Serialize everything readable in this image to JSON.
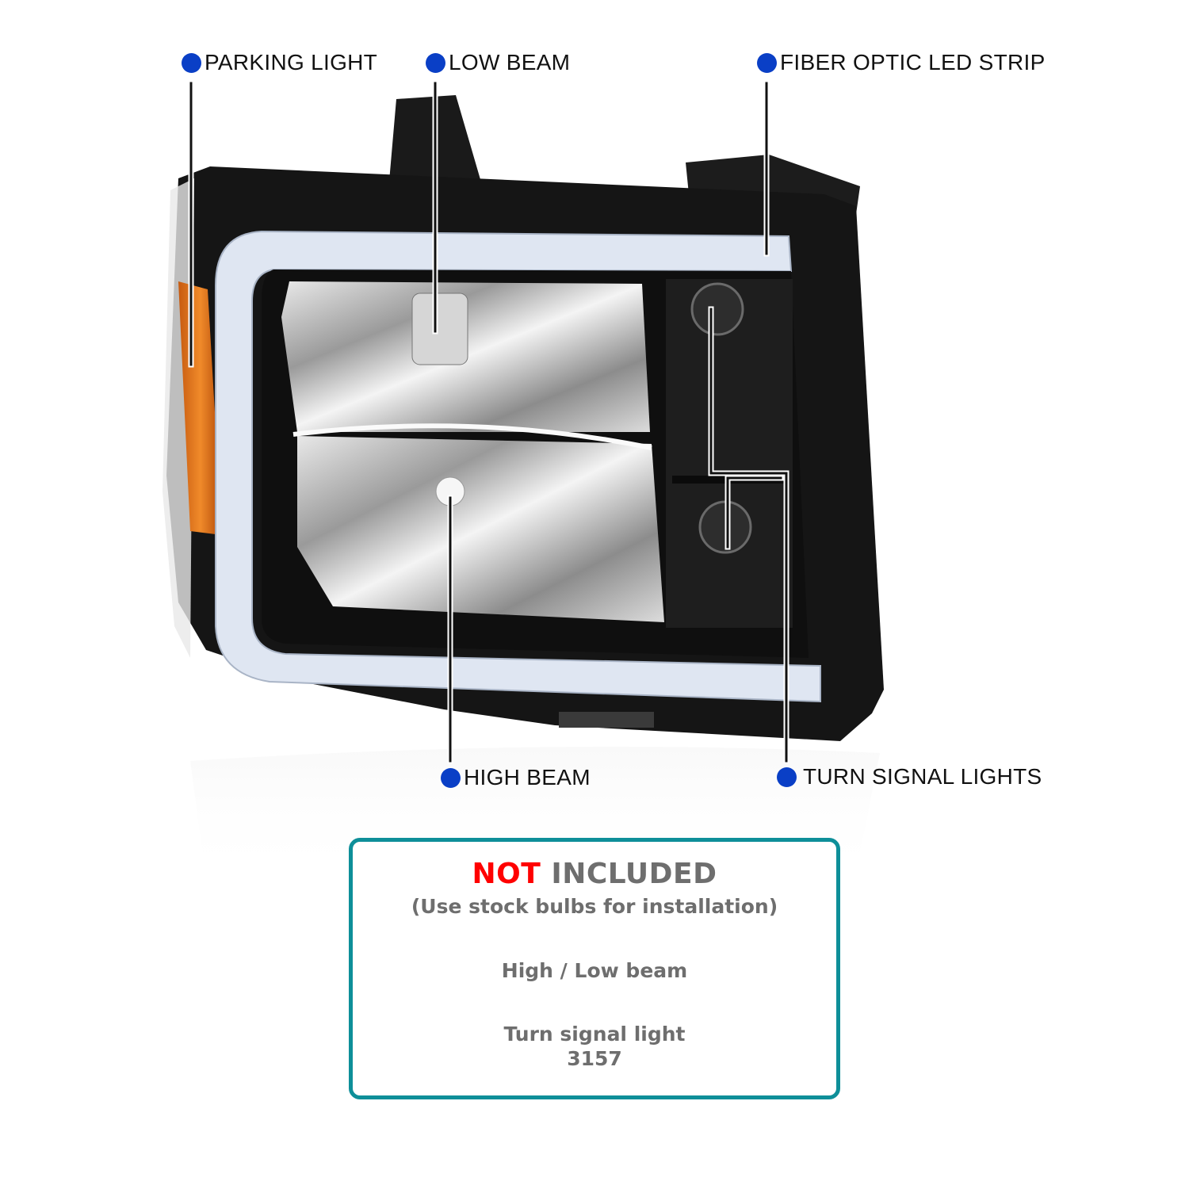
{
  "callouts": {
    "parking_light": "PARKING LIGHT",
    "low_beam": "LOW BEAM",
    "fiber_optic": "FIBER OPTIC LED STRIP",
    "high_beam": "HIGH BEAM",
    "turn_signal": "TURN SIGNAL LIGHTS"
  },
  "notice": {
    "title_red": "NOT",
    "title_rest": "INCLUDED",
    "subtitle": "(Use stock bulbs for installation)",
    "item_1": "High / Low beam",
    "item_2_line1": "Turn signal light",
    "item_2_line2": "3157"
  },
  "colors": {
    "dot": "#0a3fc6",
    "box_border": "#0e8f99",
    "not_red": "#ff0000",
    "text_gray": "#6e6e6e"
  }
}
